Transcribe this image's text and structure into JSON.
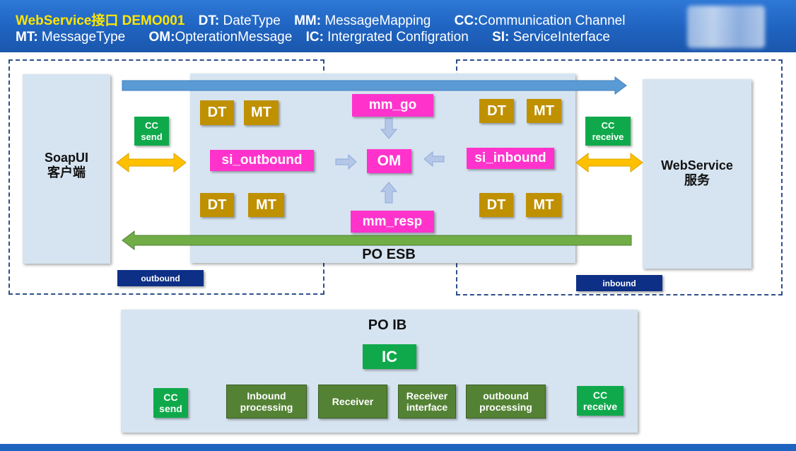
{
  "header": {
    "title": "WebService接口 DEMO001",
    "line1": [
      {
        "key": "DT:",
        "text": " DateType"
      },
      {
        "key": "MM:",
        "text": " MessageMapping"
      },
      {
        "key": "CC:",
        "text": "Communication Channel"
      }
    ],
    "line2": [
      {
        "key": "MT:",
        "text": " MessageType"
      },
      {
        "key": "OM:",
        "text": "OpterationMessage"
      },
      {
        "key": "IC:",
        "text": " Intergrated Configration"
      },
      {
        "key": "SI:",
        "text": " ServiceInterface"
      }
    ]
  },
  "esb": {
    "client_line1": "SoapUI",
    "client_line2": "客户端",
    "service_line1": "WebService",
    "service_line2": "服务",
    "cc_send_1": "CC",
    "cc_send_2": "send",
    "cc_receive_1": "CC",
    "cc_receive_2": "receive",
    "dt": "DT",
    "mt": "MT",
    "si_outbound": "si_outbound",
    "si_inbound": "si_inbound",
    "mm_go": "mm_go",
    "mm_resp": "mm_resp",
    "om": "OM",
    "po_esb": "PO ESB",
    "outbound_badge": "outbound",
    "inbound_badge": "inbound"
  },
  "ib": {
    "title": "PO IB",
    "ic": "IC",
    "cc_send_1": "CC",
    "cc_send_2": "send",
    "inbound_processing_1": "Inbound",
    "inbound_processing_2": "processing",
    "receiver": "Receiver",
    "receiver_interface_1": "Receiver",
    "receiver_interface_2": "interface",
    "outbound_processing_1": "outbound",
    "outbound_processing_2": "processing",
    "cc_receive_1": "CC",
    "cc_receive_2": "receive"
  },
  "colors": {
    "header_blue": "#1f63c0",
    "title_yellow": "#ffe600",
    "gold": "#bf9000",
    "pink": "#ff33cc",
    "green": "#0fa94b",
    "navy": "#0d2f86",
    "olive": "#548235",
    "panel": "#d6e4f1",
    "request_arrow": "#5b9bd5",
    "response_arrow": "#70ad47",
    "exchange_arrow": "#ffc000"
  }
}
